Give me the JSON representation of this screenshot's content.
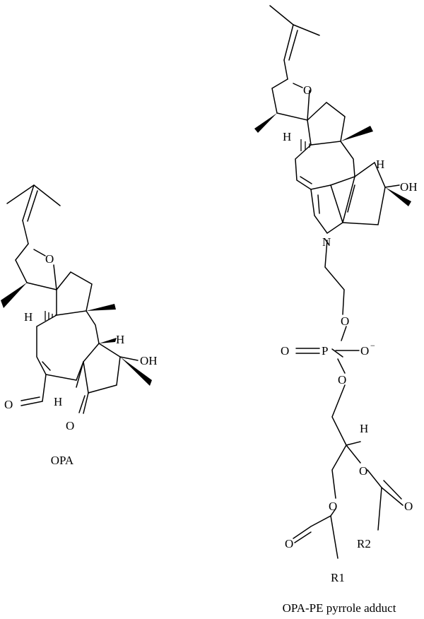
{
  "structures": [
    {
      "caption": "OPA",
      "atoms": {
        "o_ring": "O",
        "h_left": "H",
        "oh": "OH",
        "o_ald": "O",
        "h_ald": "H",
        "o_ketone": "O",
        "h_top": "H"
      }
    },
    {
      "caption": "OPA-PE pyrrole adduct",
      "atoms": {
        "o_ring": "O",
        "h_left": "H",
        "oh": "OH",
        "h_top": "H",
        "n": "N",
        "o_p_top": "O",
        "o_dbl": "O",
        "p": "P",
        "o_minus": "O",
        "charge": "−",
        "o_p_bottom": "O",
        "h_glycerol": "H",
        "o_ester2": "O",
        "o_carbonyl2": "O",
        "r2": "R2",
        "o_ester1": "O",
        "o_carbonyl1": "O",
        "r1": "R1"
      }
    }
  ],
  "colors": {
    "ink": "#000000",
    "background": "#ffffff"
  }
}
